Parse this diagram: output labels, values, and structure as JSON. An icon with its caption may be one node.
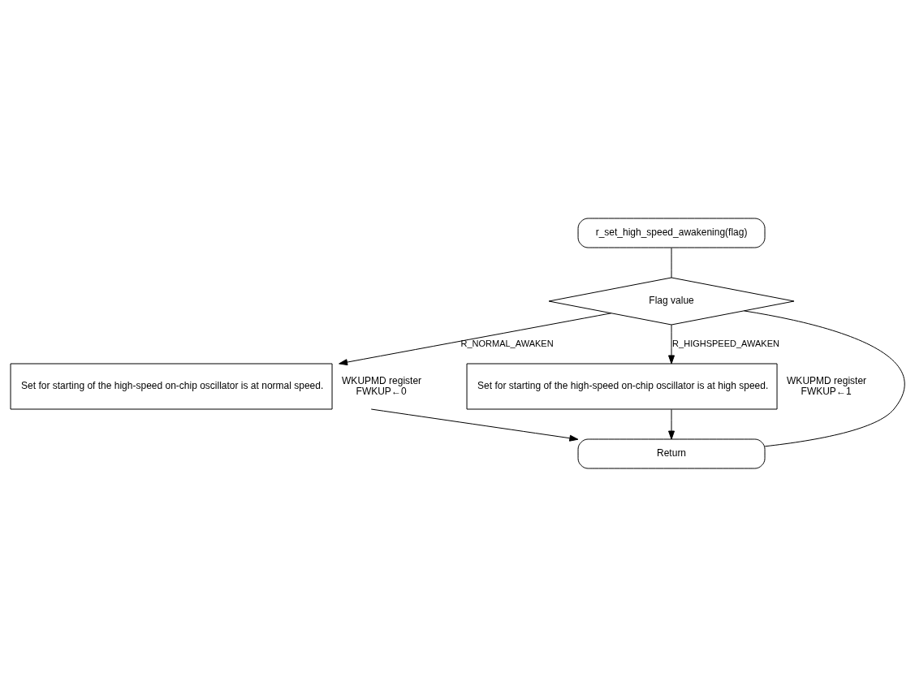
{
  "diagram": {
    "nodes": [
      {
        "text": [
          "r_set_high_speed_awakening(flag)"
        ]
      },
      {
        "text": [
          "Flag value"
        ]
      },
      {
        "text": [
          "Set for starting of the high-speed on-chip oscillator is at normal speed."
        ],
        "beside": [
          "WKUPMD register",
          "FWKUP←0"
        ]
      },
      {
        "text": [
          "Set for starting of the high-speed on-chip oscillator is at high speed."
        ],
        "beside": [
          "WKUPMD register",
          "FWKUP←1"
        ]
      },
      {
        "text": [
          "Return"
        ]
      }
    ],
    "edges": [
      {
        "from": 0,
        "to": 1,
        "arrow": "none"
      },
      {
        "from": 1,
        "to": 2,
        "arrow": "to",
        "label": "R_NORMAL_AWAKEN"
      },
      {
        "from": 1,
        "to": 3,
        "arrow": "to",
        "label": "R_HIGHSPEED_AWAKEN"
      },
      {
        "from": 1,
        "to": 4,
        "arrow": "none"
      },
      {
        "from": 2,
        "to": 4,
        "arrow": "to"
      },
      {
        "from": 3,
        "to": 4,
        "arrow": "to"
      }
    ]
  }
}
